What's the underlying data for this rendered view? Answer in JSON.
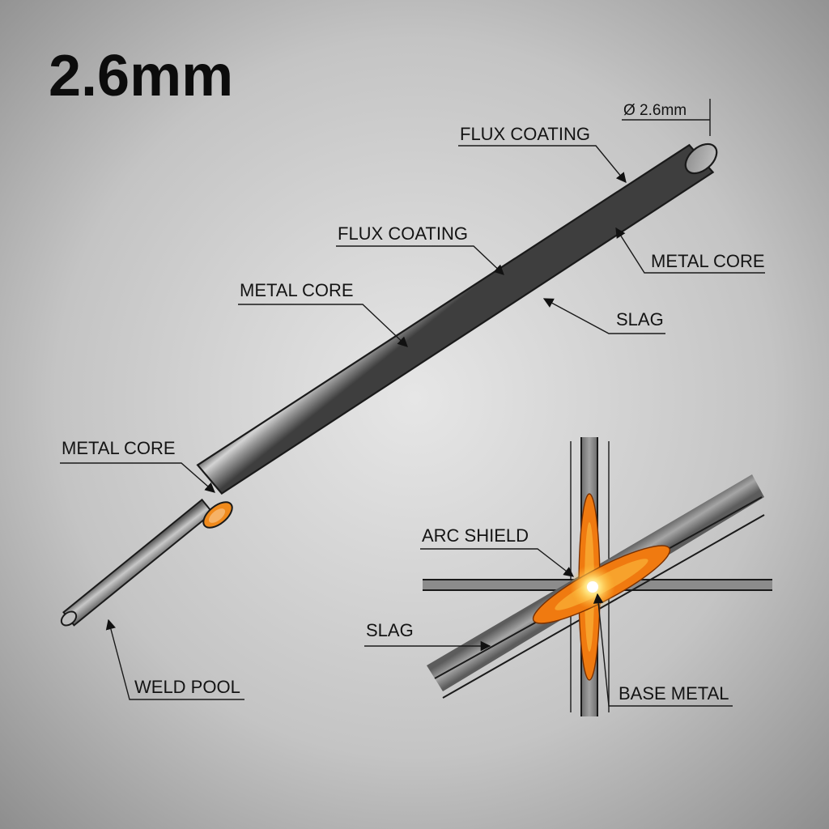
{
  "title": "2.6mm",
  "diameter_label": "Ø 2.6mm",
  "rod_labels": {
    "flux_coating_top": "FLUX COATING",
    "flux_coating_mid": "FLUX COATING",
    "metal_core_right": "METAL CORE",
    "metal_core_mid": "METAL CORE",
    "slag": "SLAG",
    "metal_core_left": "METAL CORE",
    "weld_pool": "WELD POOL"
  },
  "weld_labels": {
    "arc_shield": "ARC SHIELD",
    "slag": "SLAG",
    "base_metal": "BASE METAL"
  },
  "colors": {
    "background_center": "#e6e6e6",
    "background_edge": "#8e8e8e",
    "rod_dark": "#4a4a4a",
    "rod_light": "#cfcfcf",
    "outline": "#1a1a1a",
    "flux_ring": "#f08a1c",
    "weld_orange": "#f07a10",
    "weld_glow": "#ffe27a"
  }
}
